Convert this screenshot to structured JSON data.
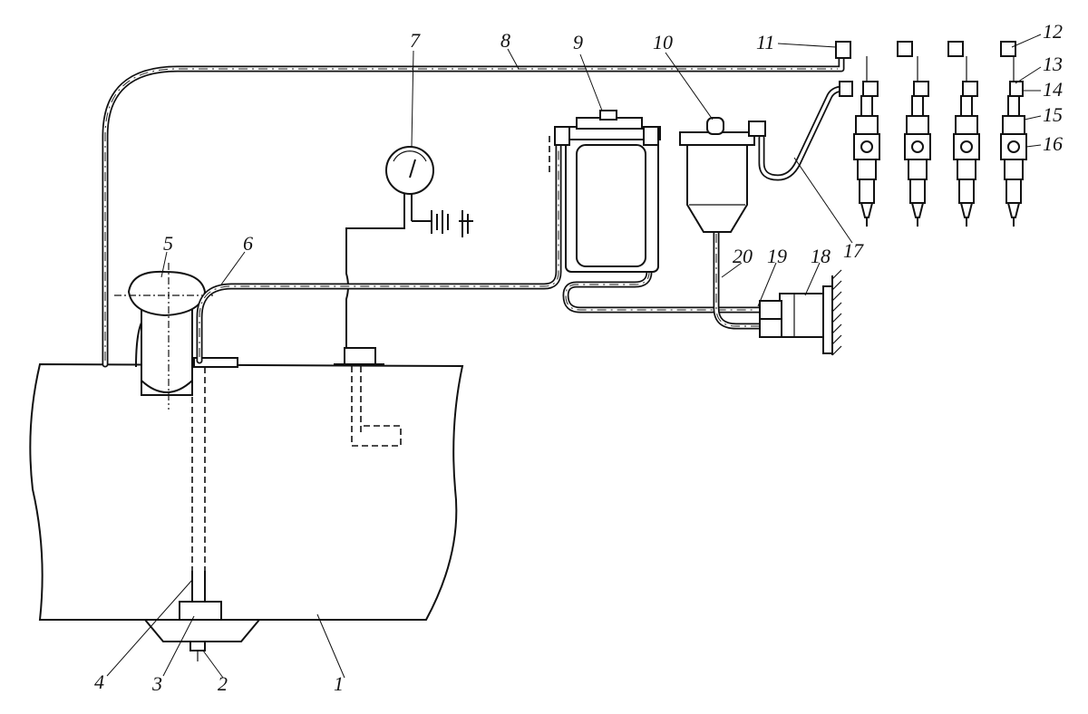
{
  "figure": {
    "labels": {
      "n1": "1",
      "n2": "2",
      "n3": "3",
      "n4": "4",
      "n5": "5",
      "n6": "6",
      "n7": "7",
      "n8": "8",
      "n9": "9",
      "n10": "10",
      "n11": "11",
      "n12": "12",
      "n13": "13",
      "n14": "14",
      "n15": "15",
      "n16": "16",
      "n17": "17",
      "n18": "18",
      "n19": "19",
      "n20": "20"
    },
    "colors": {
      "ink": "#111111",
      "paper": "#ffffff"
    }
  }
}
